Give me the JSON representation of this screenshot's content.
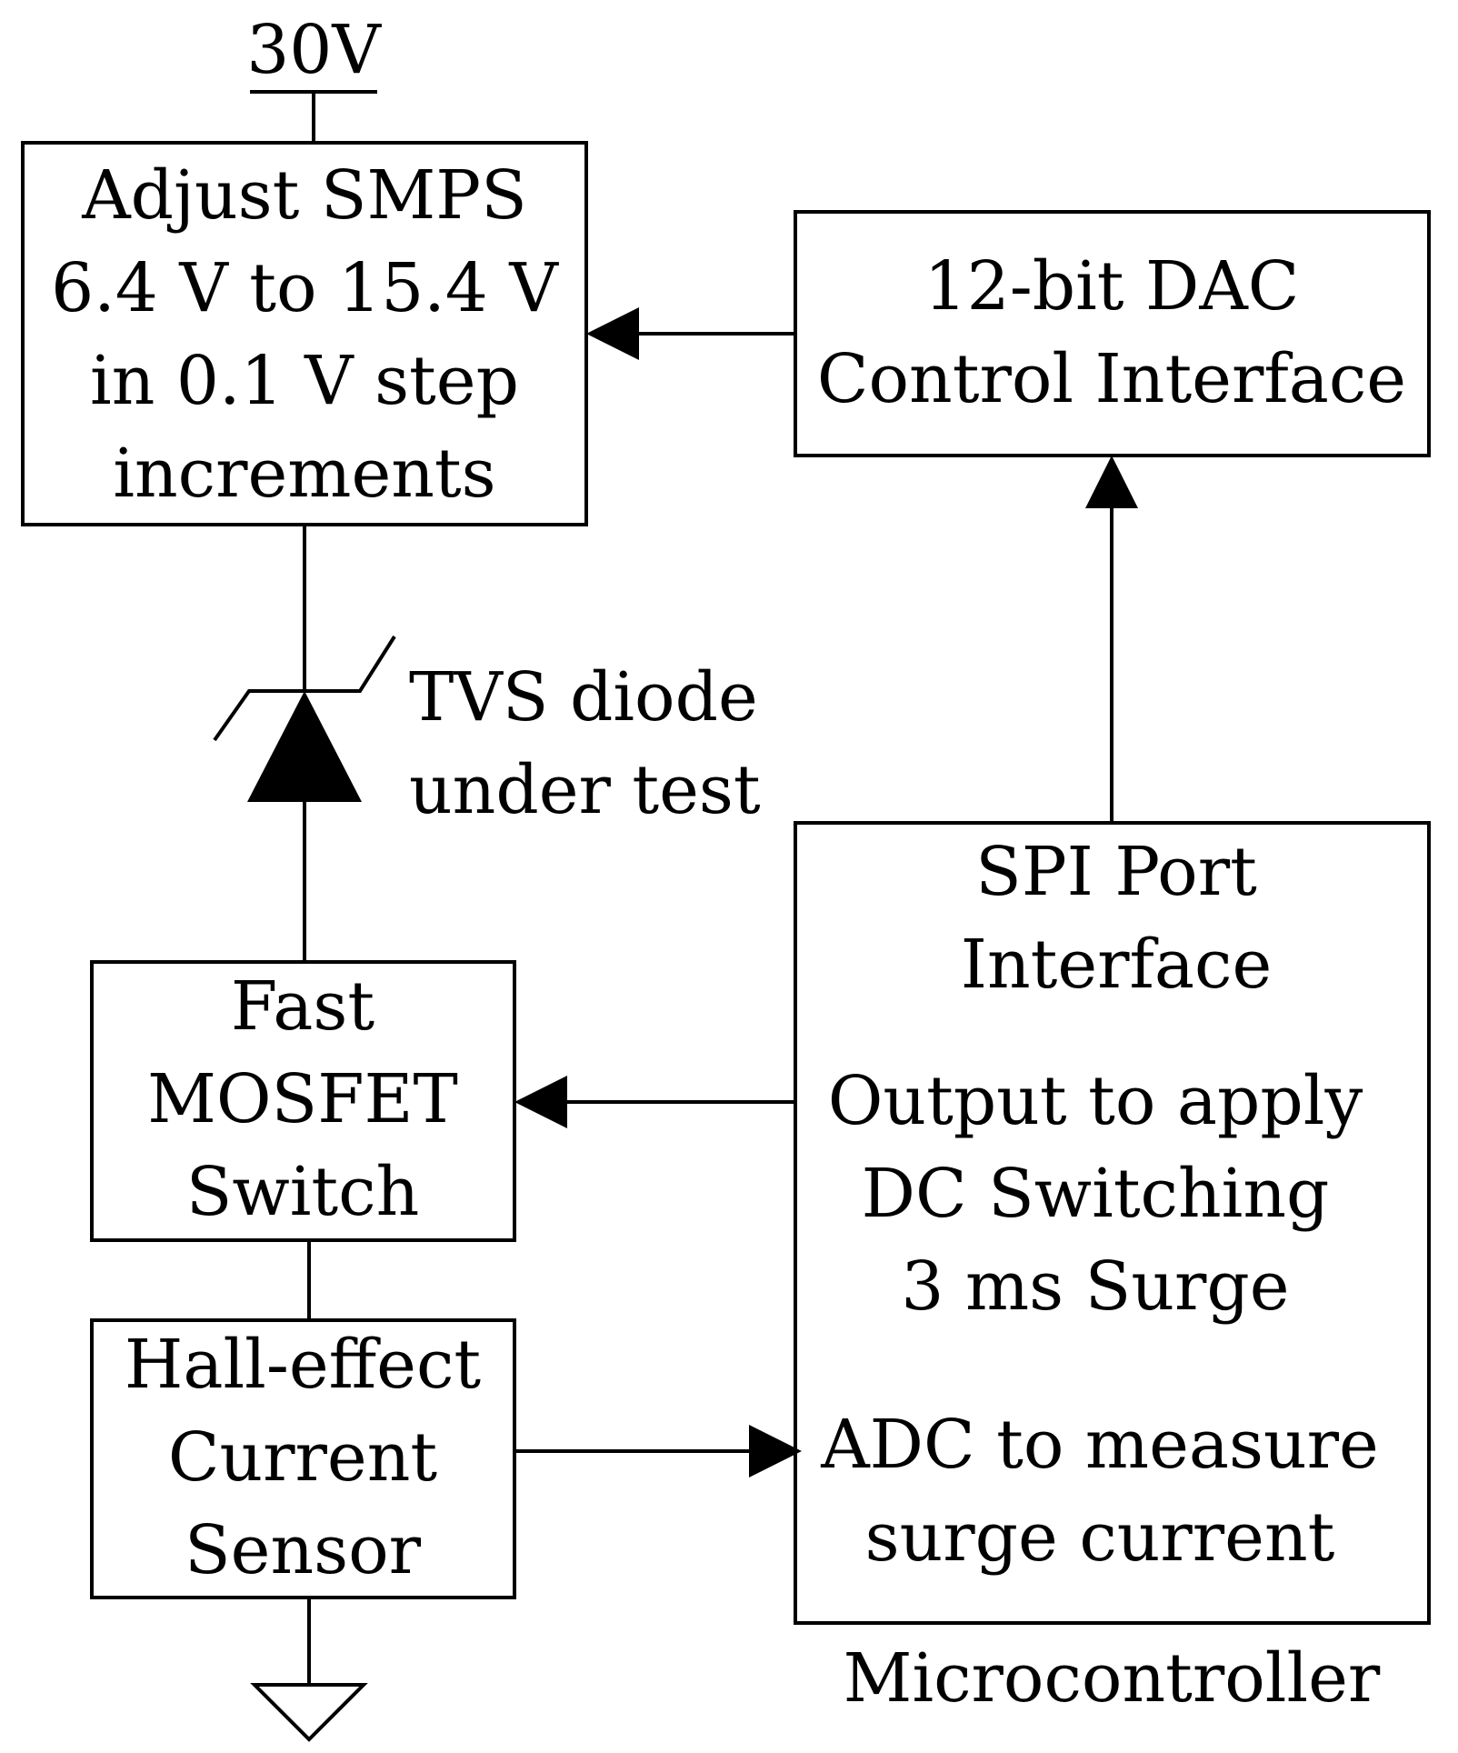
{
  "supply_label": "30V",
  "smps_box": {
    "lines": [
      "Adjust SMPS",
      "6.4 V to 15.4 V",
      "in 0.1 V step",
      "increments"
    ]
  },
  "dac_box": {
    "lines": [
      "12-bit DAC",
      "Control Interface"
    ]
  },
  "tvs_diode": {
    "lines": [
      "TVS diode",
      "under test"
    ]
  },
  "mosfet_box": {
    "lines": [
      "Fast",
      "MOSFET",
      "Switch"
    ]
  },
  "sensor_box": {
    "lines": [
      "Hall-effect",
      "Current",
      "Sensor"
    ]
  },
  "mcu_box": {
    "spi_lines": [
      "SPI Port",
      "Interface"
    ],
    "output_lines": [
      "Output to apply",
      "DC Switching",
      "3 ms Surge"
    ],
    "adc_lines": [
      "ADC to measure",
      "surge current"
    ],
    "caption": "Microcontroller"
  }
}
